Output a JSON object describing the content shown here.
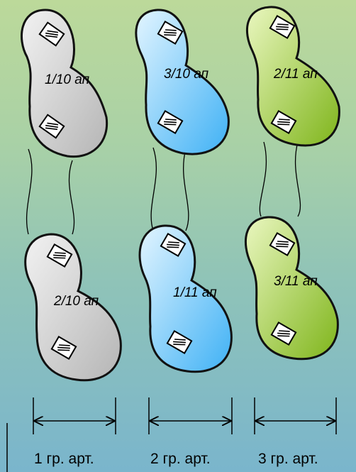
{
  "diagram": {
    "colors": {
      "gray": "#cfcfcf",
      "blue": "#6fc3f7",
      "green": "#a6d133",
      "outline": "#1a1a1a"
    },
    "pods_top": [
      {
        "label": "1/10 ап",
        "color": "gray"
      },
      {
        "label": "3/10 ап",
        "color": "blue"
      },
      {
        "label": "2/11 ап",
        "color": "green"
      }
    ],
    "pods_bottom": [
      {
        "label": "2/10 ап",
        "color": "gray"
      },
      {
        "label": "1/11 ап",
        "color": "blue"
      },
      {
        "label": "3/11 ап",
        "color": "green"
      }
    ],
    "groups": [
      {
        "label": "1 гр. арт."
      },
      {
        "label": "2 гр. арт."
      },
      {
        "label": "3 гр. арт."
      }
    ],
    "icon": "hatched-rectangle-icon"
  }
}
